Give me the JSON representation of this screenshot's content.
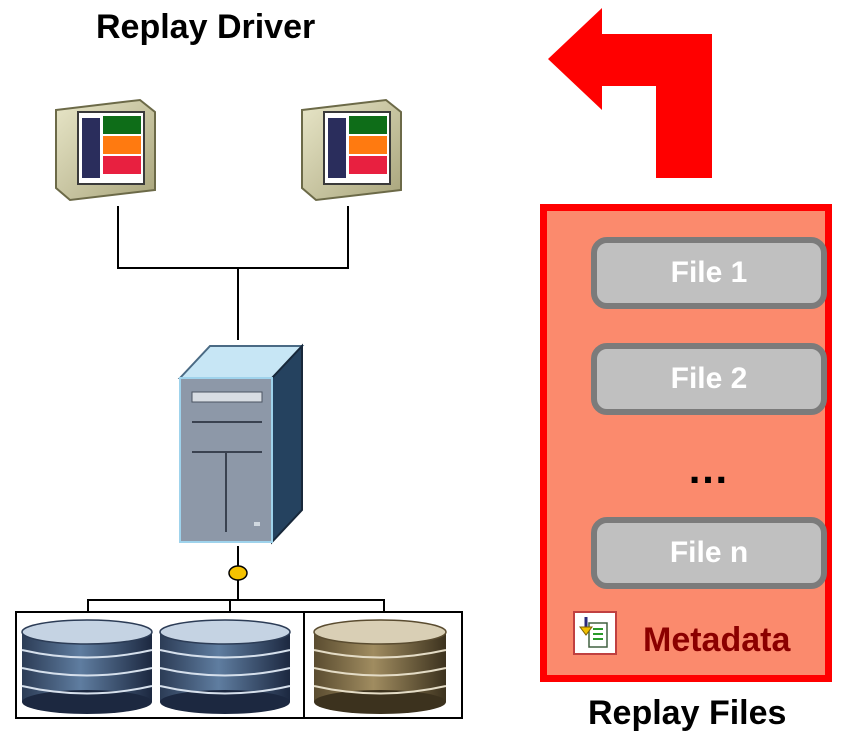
{
  "driver": {
    "title": "Replay Driver"
  },
  "files": {
    "title": "Replay Files",
    "items": [
      "File 1",
      "File 2",
      "File n"
    ],
    "ellipsis": "…",
    "metadata_label": "Metadata"
  },
  "colors": {
    "arrow": "#ff0000",
    "panel_fill": "#fb8a6d",
    "panel_border": "#ff0000",
    "file_fill": "#c0c0c0",
    "file_border": "#7b7b7b",
    "metadata_text": "#8b0000"
  },
  "icons": [
    "client-monitor-icon",
    "server-tower-icon",
    "disk-storage-icon",
    "return-arrow-icon",
    "metadata-file-icon"
  ]
}
